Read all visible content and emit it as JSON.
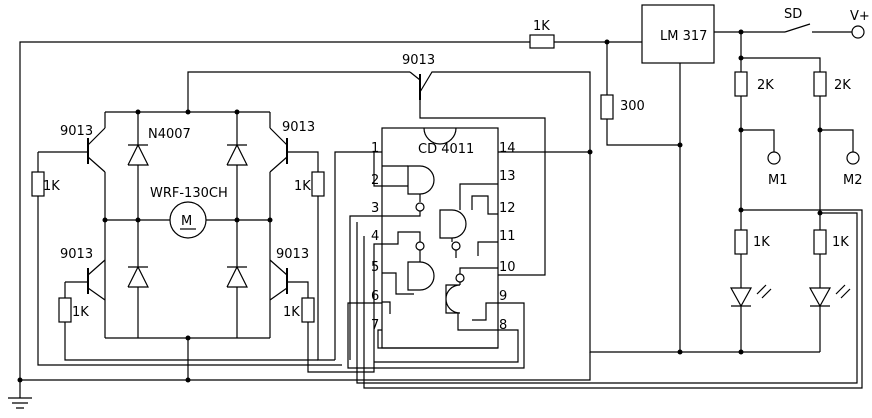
{
  "labels": {
    "r_top": "1K",
    "regulator": "LM 317",
    "switch": "SD",
    "supply": "V+",
    "r_feedback": "300",
    "r_led1": "2K",
    "r_led2": "2K",
    "m1": "M1",
    "m2": "M2",
    "r_led1_series": "1K",
    "r_led2_series": "1K",
    "q_top": "9013",
    "q_tl": "9013",
    "q_tr": "9013",
    "q_bl": "9013",
    "q_br": "9013",
    "diode": "N4007",
    "motor_model": "WRF-130CH",
    "motor_symbol": "M",
    "r_tl": "1K",
    "r_tr": "1K",
    "r_bl": "1K",
    "r_br": "1K",
    "ic": "CD 4011",
    "pins": [
      "1",
      "2",
      "3",
      "4",
      "5",
      "6",
      "7",
      "8",
      "9",
      "10",
      "11",
      "12",
      "13",
      "14"
    ]
  }
}
